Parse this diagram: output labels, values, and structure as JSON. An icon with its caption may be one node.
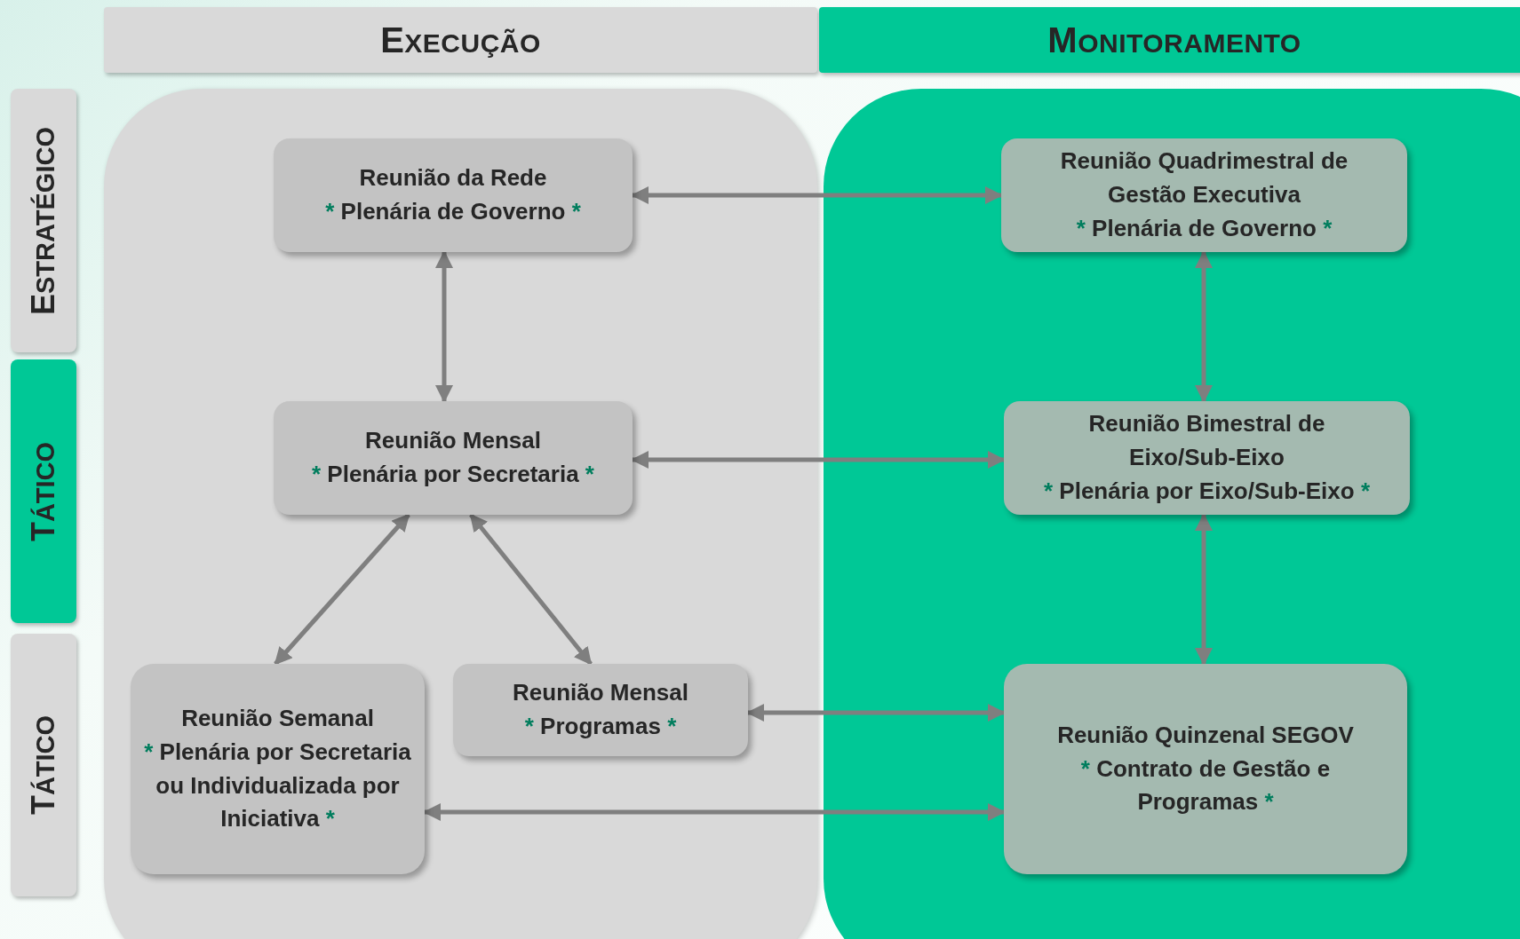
{
  "diagram": {
    "nodes": [
      {
        "text": [
          "EXECUÇÃO"
        ]
      },
      {
        "text": [
          "MONITORAMENTO"
        ]
      },
      {
        "text": [
          "ESTRATÉGICO"
        ]
      },
      {
        "text": [
          "TÁTICO"
        ]
      },
      {
        "text": [
          "TÁTICO"
        ]
      },
      {
        "text": [],
        "shape": "box"
      },
      {
        "text": [],
        "shape": "box"
      },
      {
        "text": [
          "Reunião da Rede",
          "* Plenária de Governo *"
        ],
        "in": 5
      },
      {
        "text": [
          "Reunião Quadrimestral de Gestão Executiva",
          "* Plenária de Governo *"
        ],
        "in": 6
      },
      {
        "text": [
          "Reunião Mensal",
          "* Plenária por Secretaria *"
        ],
        "in": 5
      },
      {
        "text": [
          "Reunião Bimestral de Eixo/Sub-Eixo",
          "* Plenária por Eixo/Sub-Eixo *"
        ],
        "in": 6
      },
      {
        "text": [
          "Reunião Semanal",
          "* Plenária por Secretaria ou Individualizada por Iniciativa *"
        ],
        "in": 5
      },
      {
        "text": [
          "Reunião Mensal",
          "* Programas *"
        ],
        "in": 5
      },
      {
        "text": [
          "Reunião Quinzenal SEGOV",
          "* Contrato de Gestão e Programas *"
        ],
        "in": 6
      }
    ],
    "edges": [
      {
        "from": 7,
        "to": 8,
        "arrow": "both"
      },
      {
        "from": 7,
        "to": 9,
        "arrow": "both"
      },
      {
        "from": 8,
        "to": 10,
        "arrow": "both"
      },
      {
        "from": 9,
        "to": 10,
        "arrow": "both"
      },
      {
        "from": 9,
        "to": 11,
        "arrow": "both"
      },
      {
        "from": 9,
        "to": 12,
        "arrow": "both"
      },
      {
        "from": 10,
        "to": 13,
        "arrow": "both"
      },
      {
        "from": 12,
        "to": 13,
        "arrow": "both"
      },
      {
        "from": 11,
        "to": 13,
        "arrow": "both"
      }
    ]
  }
}
